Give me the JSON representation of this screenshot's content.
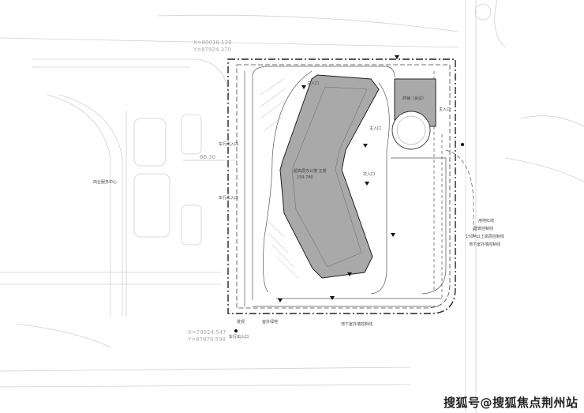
{
  "drawing": {
    "coordinates": {
      "top": {
        "x": "X=80016.128",
        "y": "Y=87924.370"
      },
      "bottom": {
        "x": "X=79924.547",
        "y": "Y=87870.598"
      }
    },
    "elevation": "66.30",
    "left_label": "商业服务中心",
    "entrances": {
      "main": "主入口",
      "secondary": "次入口",
      "vehicle": "车行出入口"
    },
    "buildings": {
      "tower_label": "超高层办公楼 主楼",
      "tower_height": "159.780",
      "annex_label": "商铺（会议）"
    },
    "legend": [
      "用地红线",
      "建筑控制线",
      "150M以上高层控制线",
      "地下室外墙控制线"
    ],
    "bottom_notes": [
      "景观",
      "室外绿地",
      "地下室外墙控制线"
    ],
    "colors": {
      "building_fill": "#a9a9a9",
      "line": "#333333",
      "faint": "#c8c8c8"
    }
  },
  "watermark": "搜狐号@搜狐焦点荆州站"
}
